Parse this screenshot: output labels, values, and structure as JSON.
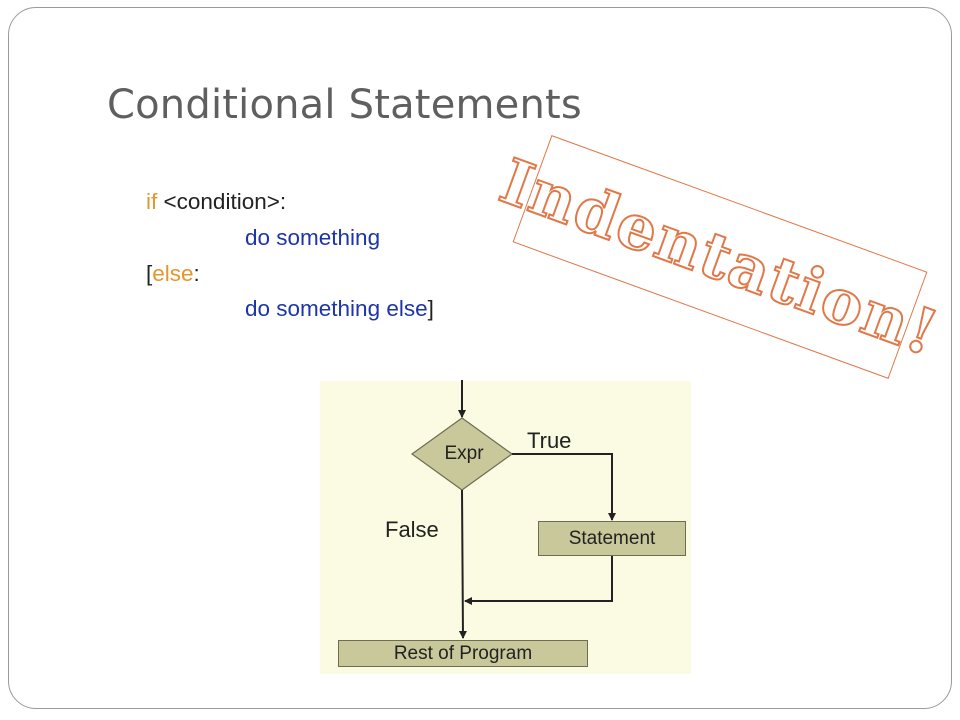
{
  "slide": {
    "title": "Conditional Statements"
  },
  "code": {
    "line1": {
      "keyword": "if",
      "rest": "<condition>:"
    },
    "line2": "do something",
    "line3": {
      "bracket": "[",
      "keyword": "else",
      "rest": ":"
    },
    "line4": {
      "text": "do something else",
      "bracket": "]"
    }
  },
  "stamp": {
    "text": "Indentation!"
  },
  "flowchart": {
    "decision": "Expr",
    "true_label": "True",
    "false_label": "False",
    "statement": "Statement",
    "rest": "Rest of Program"
  },
  "colors": {
    "keyword": "#e6952b",
    "code_text": "#1d35a8",
    "stamp": "#e0794a",
    "flow_bg": "#fbfbe4",
    "flow_fill": "#c8c89a"
  }
}
